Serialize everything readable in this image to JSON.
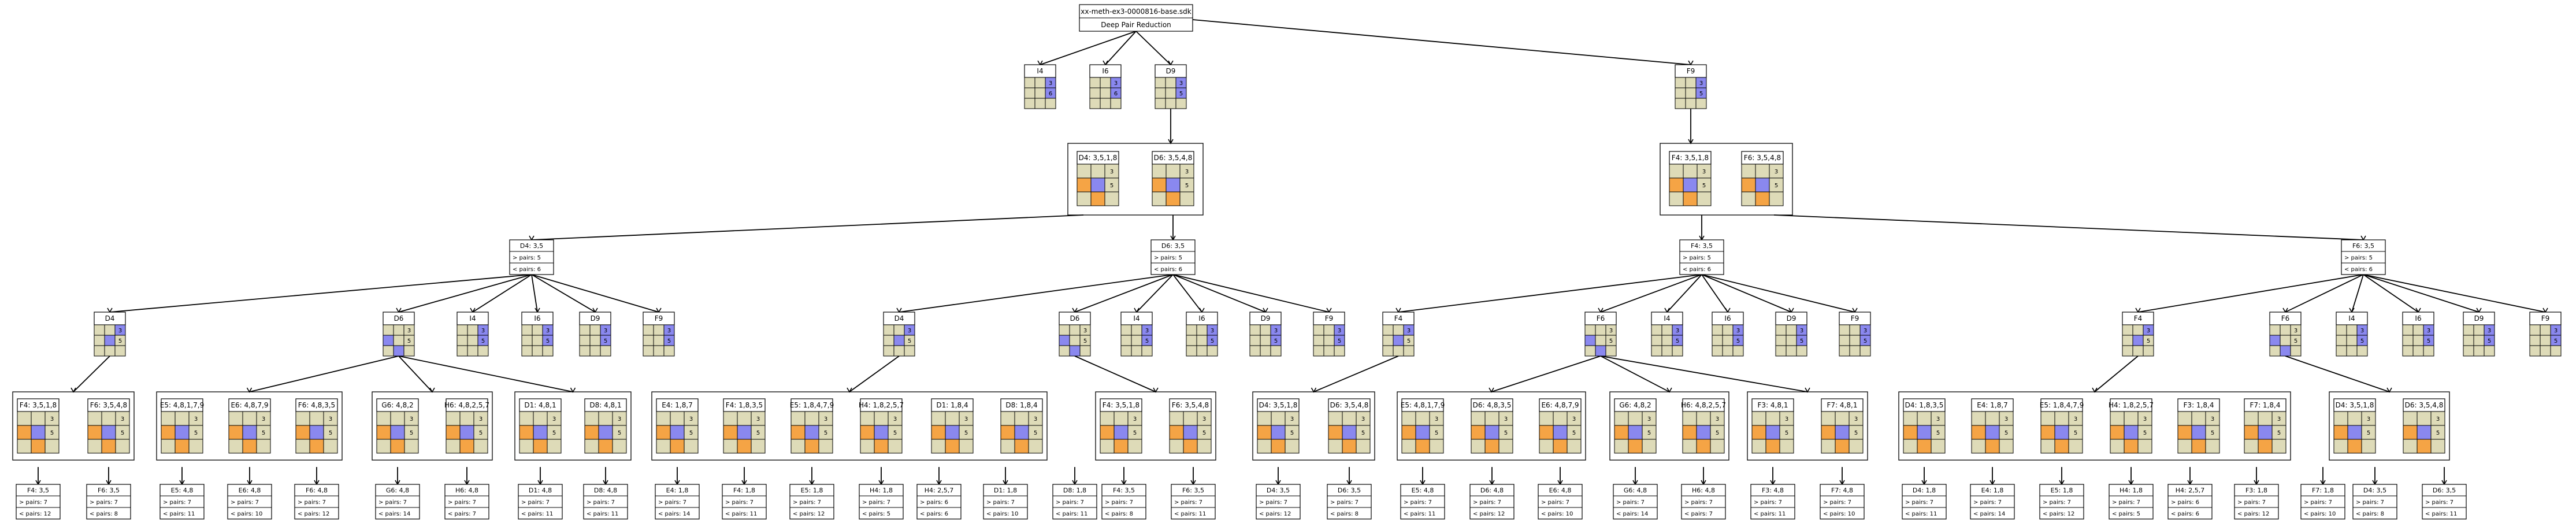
{
  "root": {
    "title": "xx-meth-ex3-0000816-base.sdk",
    "subtitle": "Deep Pair Reduction"
  },
  "colors": {
    "cell": "#dedbb8",
    "purple": "#8a88ef",
    "orange": "#f5a445",
    "line": "#000000",
    "box": "#ffffff"
  },
  "pairs_prefix_gt": "> pairs: ",
  "pairs_prefix_lt": "< pairs: ",
  "level1": {
    "left": [
      {
        "label": "I4",
        "digits": [
          "3",
          "6"
        ]
      },
      {
        "label": "I6",
        "digits": [
          "3",
          "6"
        ]
      },
      {
        "label": "D9",
        "digits": [
          "3",
          "5"
        ]
      }
    ],
    "right": [
      {
        "label": "F9",
        "digits": [
          "3",
          "5"
        ]
      }
    ]
  },
  "level2": [
    {
      "groups": [
        {
          "label": "D4: 3,5,1,8",
          "digits": [
            "3",
            "5"
          ]
        },
        {
          "label": "D6: 3,5,4,8",
          "digits": [
            "3",
            "5"
          ]
        }
      ]
    },
    {
      "groups": [
        {
          "label": "F4: 3,5,1,8",
          "digits": [
            "3",
            "5"
          ]
        },
        {
          "label": "F6: 3,5,4,8",
          "digits": [
            "3",
            "5"
          ]
        }
      ]
    }
  ],
  "level3": [
    {
      "label": "D4: 3,5",
      "gt": "5",
      "lt": "6"
    },
    {
      "label": "D6: 3,5",
      "gt": "5",
      "lt": "6"
    },
    {
      "label": "F4: 3,5",
      "gt": "5",
      "lt": "6"
    },
    {
      "label": "F6: 3,5",
      "gt": "5",
      "lt": "6"
    }
  ],
  "level4": [
    {
      "labels": [
        "D4",
        "D6",
        "I4",
        "I6",
        "D9",
        "F9"
      ]
    },
    {
      "labels": [
        "D4",
        "D6",
        "I4",
        "I6",
        "D9",
        "F9"
      ]
    },
    {
      "labels": [
        "F4",
        "F6",
        "I4",
        "I6",
        "D9",
        "F9"
      ]
    },
    {
      "labels": [
        "F4",
        "F6",
        "I4",
        "I6",
        "D9",
        "F9"
      ]
    }
  ],
  "level5": [
    {
      "labels": [
        "F4: 3,5,1,8",
        "F6: 3,5,4,8",
        "E5: 4,8,1,7,9",
        "E6: 4,8,7,9",
        "F6: 4,8,3,5",
        "G6: 4,8,2",
        "H6: 4,8,2,5,7",
        "D1: 4,8,1",
        "D8: 4,8,1"
      ]
    },
    {
      "labels": [
        "E4: 1,8,7",
        "F4: 1,8,3,5",
        "E5: 1,8,4,7,9",
        "H4: 1,8,2,5,7",
        "D1: 1,8,4",
        "D8: 1,8,4",
        "F4: 3,5,1,8",
        "F6: 3,5,4,8"
      ]
    },
    {
      "labels": [
        "D4: 3,5,1,8",
        "D6: 3,5,4,8",
        "E5: 4,8,1,7,9",
        "D6: 4,8,3,5",
        "E6: 4,8,7,9",
        "G6: 4,8,2",
        "H6: 4,8,2,5,7",
        "F3: 4,8,1",
        "F7: 4,8,1"
      ]
    },
    {
      "labels": [
        "D4: 1,8,3,5",
        "E4: 1,8,7",
        "E5: 1,8,4,7,9",
        "H4: 1,8,2,5,7",
        "F3: 1,8,4",
        "F7: 1,8,4",
        "D4: 3,5,1,8",
        "D6: 3,5,4,8"
      ]
    }
  ],
  "leaves": [
    [
      {
        "label": "F4: 3,5",
        "gt": "7",
        "lt": "12"
      },
      {
        "label": "F6: 3,5",
        "gt": "7",
        "lt": "8"
      },
      {
        "label": "E5: 4,8",
        "gt": "7",
        "lt": "11"
      },
      {
        "label": "E6: 4,8",
        "gt": "7",
        "lt": "10"
      },
      {
        "label": "F6: 4,8",
        "gt": "7",
        "lt": "12"
      },
      {
        "label": "G6: 4,8",
        "gt": "7",
        "lt": "14"
      },
      {
        "label": "H6: 4,8",
        "gt": "7",
        "lt": "7"
      },
      {
        "label": "D1: 4,8",
        "gt": "7",
        "lt": "11"
      },
      {
        "label": "D8: 4,8",
        "gt": "7",
        "lt": "11"
      }
    ],
    [
      {
        "label": "E4: 1,8",
        "gt": "7",
        "lt": "14"
      },
      {
        "label": "F4: 1,8",
        "gt": "7",
        "lt": "11"
      },
      {
        "label": "E5: 1,8",
        "gt": "7",
        "lt": "12"
      },
      {
        "label": "H4: 1,8",
        "gt": "7",
        "lt": "5"
      },
      {
        "label": "H4: 2,5,7",
        "gt": "6",
        "lt": "6"
      },
      {
        "label": "D1: 1,8",
        "gt": "7",
        "lt": "10"
      },
      {
        "label": "D8: 1,8",
        "gt": "7",
        "lt": "11"
      },
      {
        "label": "F4: 3,5",
        "gt": "7",
        "lt": "8"
      },
      {
        "label": "F6: 3,5",
        "gt": "7",
        "lt": "11"
      }
    ],
    [
      {
        "label": "D4: 3,5",
        "gt": "7",
        "lt": "12"
      },
      {
        "label": "D6: 3,5",
        "gt": "7",
        "lt": "8"
      },
      {
        "label": "E5: 4,8",
        "gt": "7",
        "lt": "11"
      },
      {
        "label": "D6: 4,8",
        "gt": "7",
        "lt": "12"
      },
      {
        "label": "E6: 4,8",
        "gt": "7",
        "lt": "10"
      },
      {
        "label": "G6: 4,8",
        "gt": "7",
        "lt": "14"
      },
      {
        "label": "H6: 4,8",
        "gt": "7",
        "lt": "7"
      },
      {
        "label": "F3: 4,8",
        "gt": "7",
        "lt": "11"
      },
      {
        "label": "F7: 4,8",
        "gt": "7",
        "lt": "10"
      }
    ],
    [
      {
        "label": "D4: 1,8",
        "gt": "7",
        "lt": "11"
      },
      {
        "label": "E4: 1,8",
        "gt": "7",
        "lt": "14"
      },
      {
        "label": "E5: 1,8",
        "gt": "7",
        "lt": "12"
      },
      {
        "label": "H4: 1,8",
        "gt": "7",
        "lt": "5"
      },
      {
        "label": "H4: 2,5,7",
        "gt": "6",
        "lt": "6"
      },
      {
        "label": "F3: 1,8",
        "gt": "7",
        "lt": "12"
      },
      {
        "label": "F7: 1,8",
        "gt": "7",
        "lt": "10"
      },
      {
        "label": "D4: 3,5",
        "gt": "7",
        "lt": "8"
      },
      {
        "label": "D6: 3,5",
        "gt": "7",
        "lt": "11"
      }
    ]
  ]
}
